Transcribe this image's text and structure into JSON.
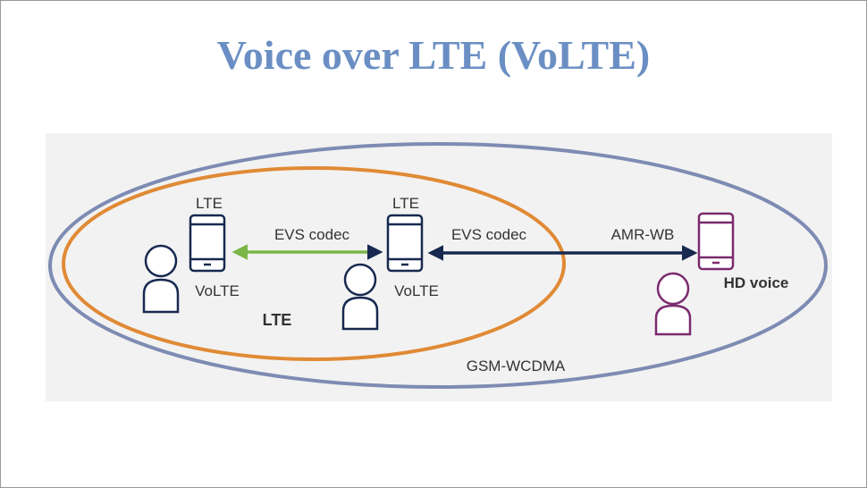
{
  "title": "Voice over LTE (VoLTE)",
  "diagram": {
    "outer_region_label": "GSM-WCDMA",
    "inner_region_label": "LTE",
    "left_phone_top_label": "LTE",
    "left_phone_bottom_label": "VoLTE",
    "middle_phone_top_label": "LTE",
    "middle_phone_bottom_label": "VoLTE",
    "link_left_label": "EVS codec",
    "link_middle_label": "EVS codec",
    "link_right_label": "AMR-WB",
    "right_device_label": "HD voice",
    "colors": {
      "title": "#6b8fc4",
      "outer_ellipse": "#7e8bb3",
      "inner_ellipse": "#e08a35",
      "evs_arrow": "#7ab648",
      "amr_arrow": "#17294f",
      "volte_user": "#17294f",
      "hd_user": "#7b2a6e"
    }
  }
}
